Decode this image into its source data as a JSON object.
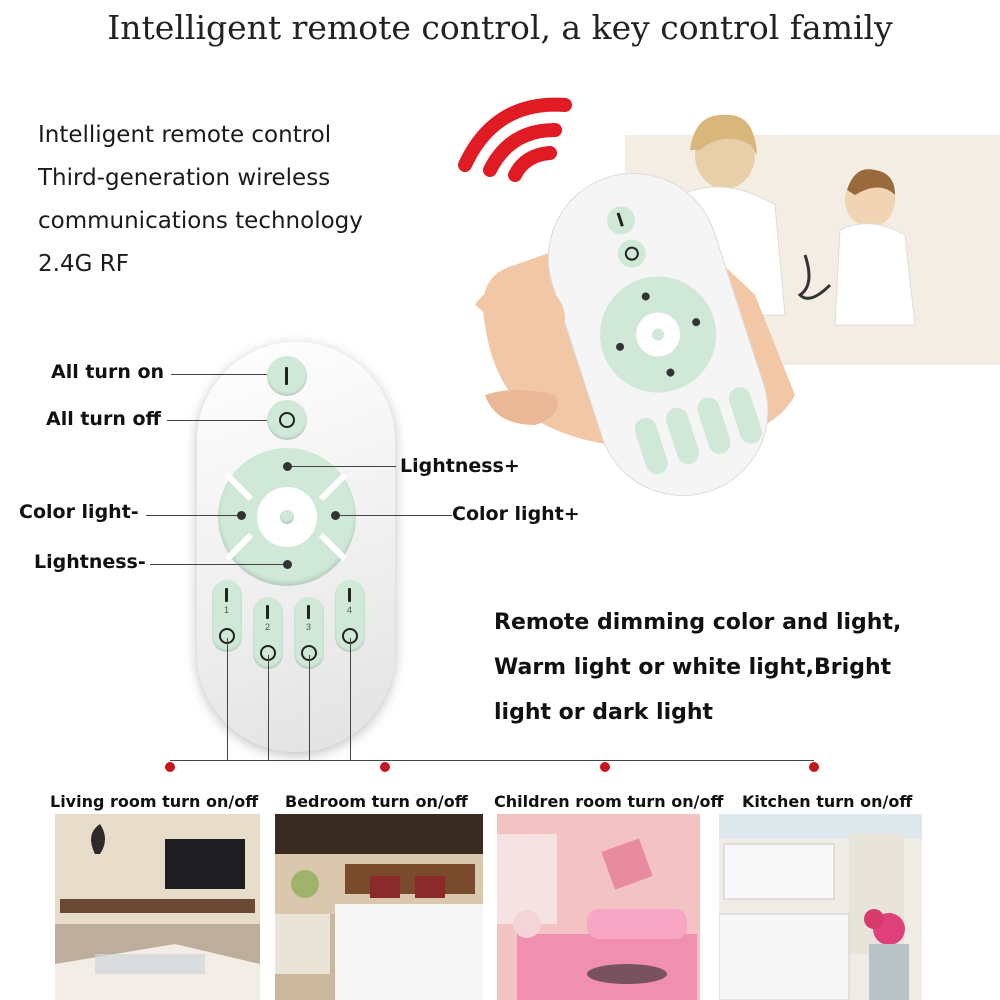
{
  "title": "Intelligent remote control, a key control family",
  "features": [
    "Intelligent remote control",
    "Third-generation wireless",
    "communications technology",
    "2.4G RF"
  ],
  "callouts": {
    "all_on": "All turn on",
    "all_off": "All turn off",
    "lightness_plus": "Lightness+",
    "color_minus": "Color light-",
    "color_plus": "Color light+",
    "lightness_minus": "Lightness-"
  },
  "remote_buttons": {
    "group_numbers": [
      "1",
      "2",
      "3",
      "4"
    ]
  },
  "description": [
    "Remote dimming color and light,",
    "Warm light or white light,Bright",
    "light or dark light"
  ],
  "rooms": [
    {
      "label": "Living room turn on/off"
    },
    {
      "label": "Bedroom turn on/off"
    },
    {
      "label": "Children room turn on/off"
    },
    {
      "label": "Kitchen turn on/off"
    }
  ],
  "colors": {
    "button_green": "#cfe8d7",
    "signal_red": "#e01b24",
    "dot_red": "#c8161d"
  },
  "icons": [
    "wifi-signal-icon",
    "power-on-icon",
    "power-off-icon"
  ]
}
